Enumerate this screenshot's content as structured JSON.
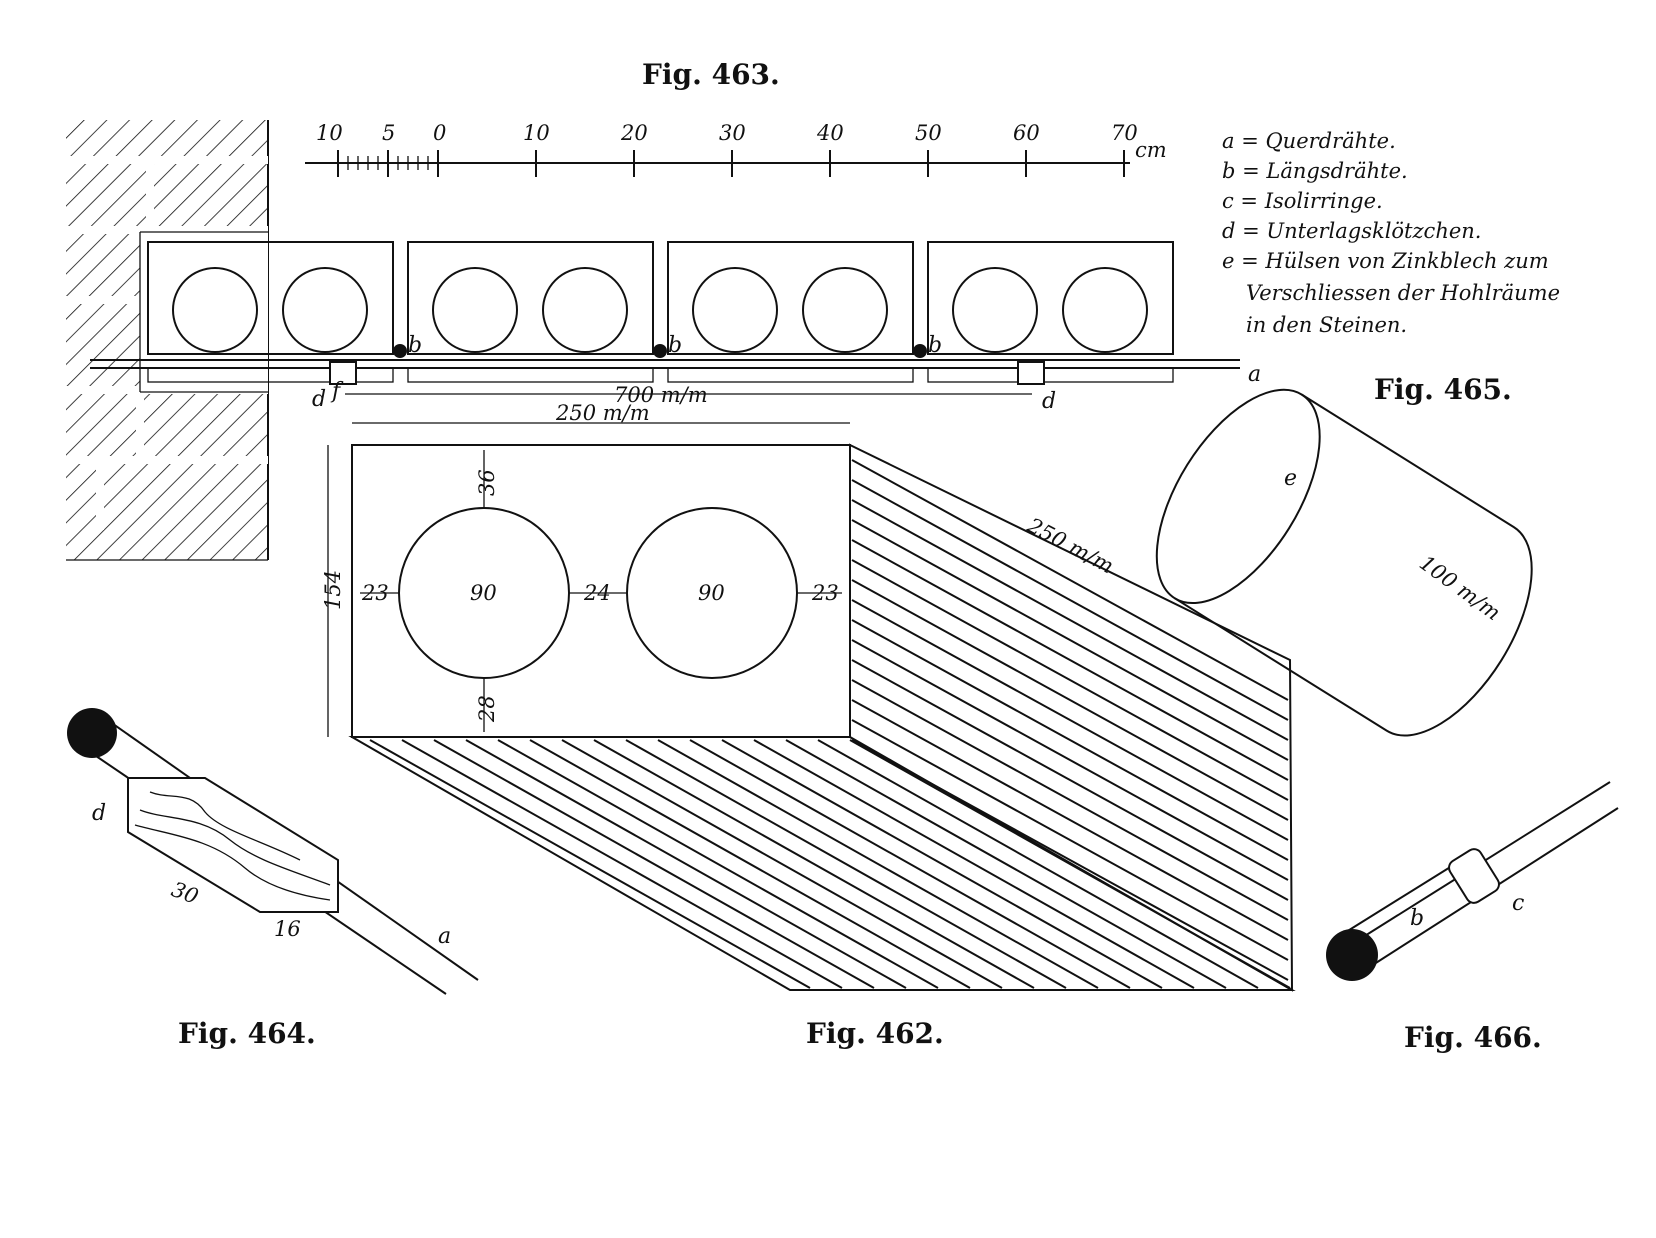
{
  "figures": {
    "fig463": {
      "title": "Fig. 463.",
      "scale": {
        "ticks": [
          "10",
          "5",
          "0",
          "10",
          "20",
          "30",
          "40",
          "50",
          "60",
          "70"
        ],
        "unit": "cm"
      },
      "labels": {
        "b1": "b",
        "b2": "b",
        "b3": "b",
        "a": "a",
        "d_left": "d",
        "f": "f",
        "d_right": "d"
      },
      "dimension": "700 m/m",
      "legend": [
        "a = Querdrähte.",
        "b = Längsdrähte.",
        "c = Isolirringe.",
        "d = Unterlagsklötzchen.",
        "e = Hülsen von Zinkblech zum",
        "Verschliessen der Hohlräume",
        "in den Steinen."
      ]
    },
    "fig462": {
      "title": "Fig. 462.",
      "dims": {
        "width": "250 m/m",
        "depth": "250 m/m",
        "height": "154",
        "top": "36",
        "bottom": "28",
        "left": "23",
        "middle": "24",
        "right": "23",
        "dia1": "90",
        "dia2": "90"
      }
    },
    "fig464": {
      "title": "Fig. 464.",
      "labels": {
        "d": "d",
        "a": "a"
      },
      "dims": {
        "w": "30",
        "h": "16"
      }
    },
    "fig465": {
      "title": "Fig. 465.",
      "labels": {
        "e": "e"
      },
      "dim": "100 m/m"
    },
    "fig466": {
      "title": "Fig. 466.",
      "labels": {
        "b": "b",
        "c": "c"
      }
    }
  },
  "colors": {
    "ink": "#111111",
    "paper": "#ffffff"
  }
}
